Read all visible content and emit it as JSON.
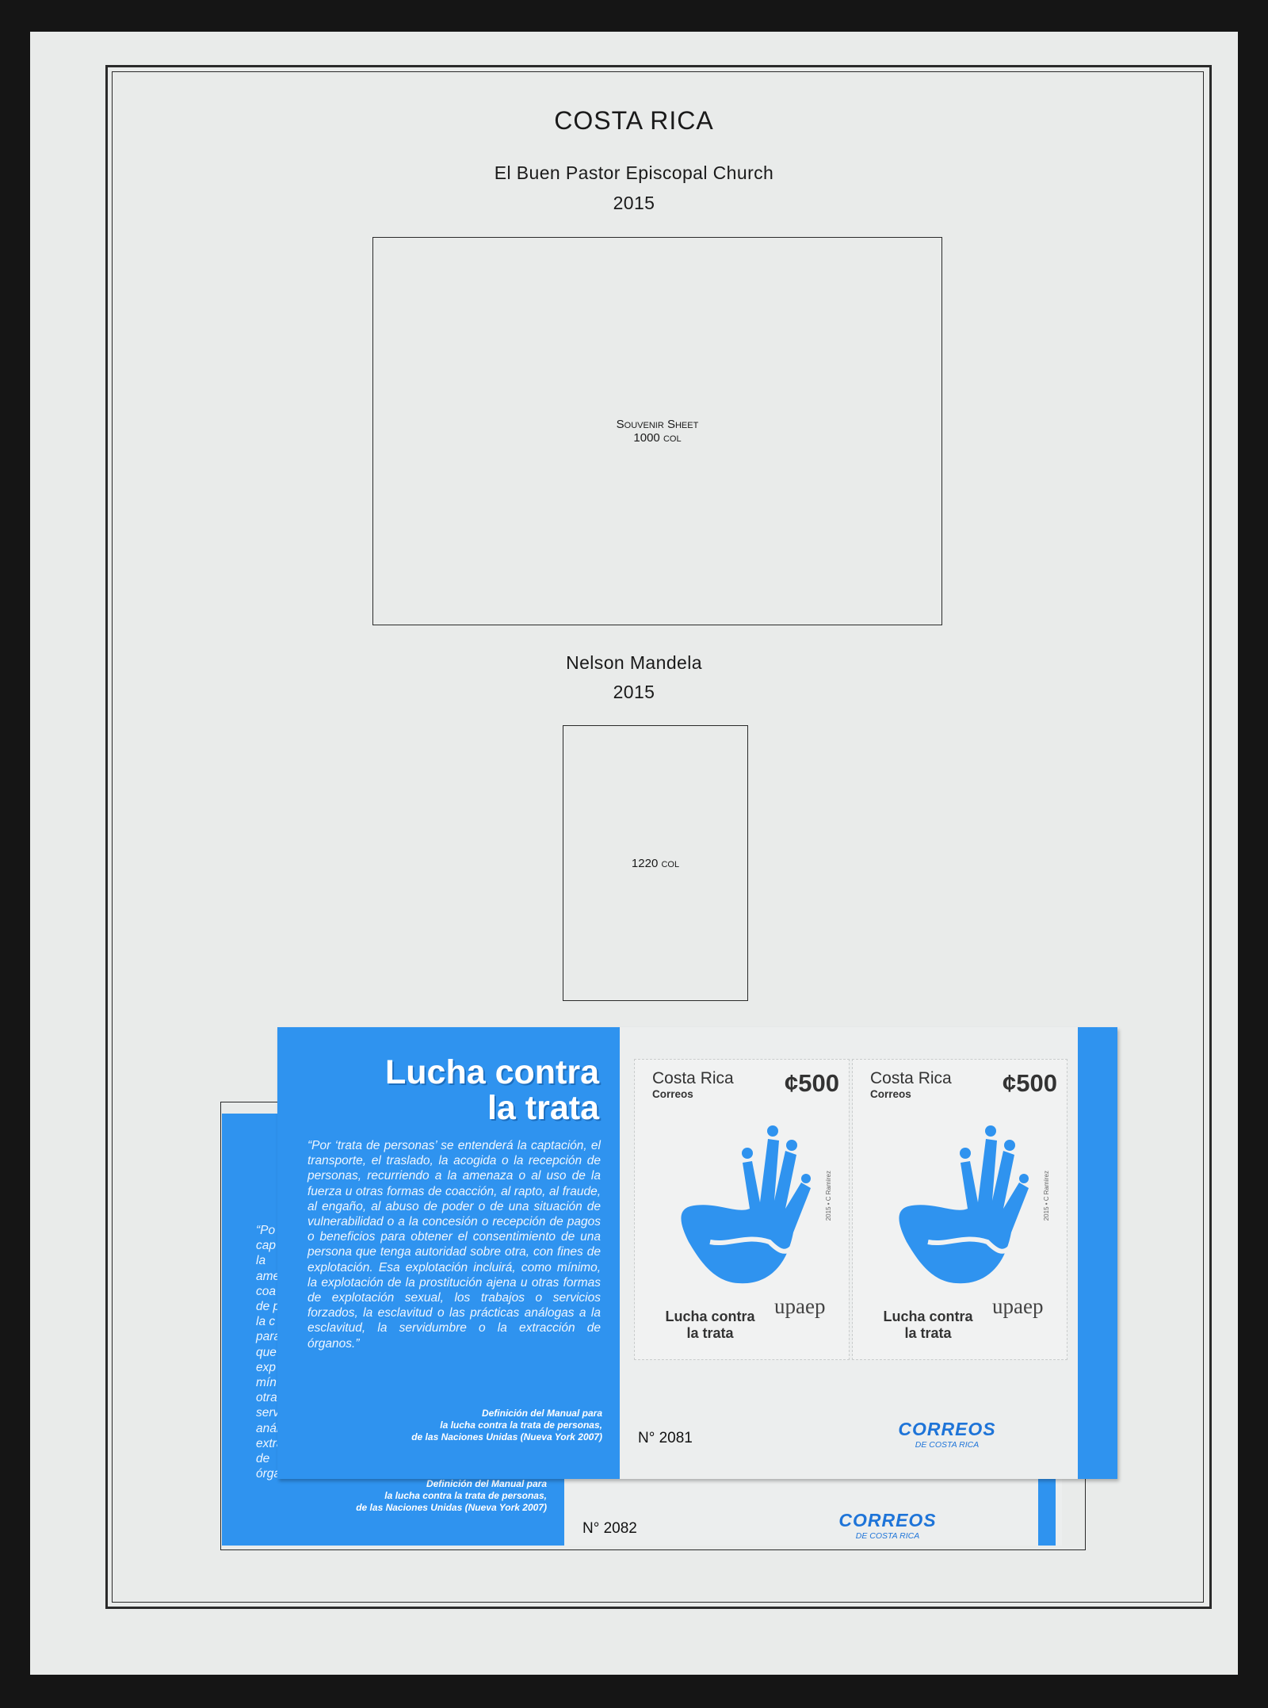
{
  "page": {
    "country": "COSTA RICA",
    "issue1": {
      "title": "El Buen Pastor Episcopal Church",
      "year": "2015",
      "box_line1": "Souvenir Sheet",
      "box_line2": "1000 col"
    },
    "issue2": {
      "title": "Nelson Mandela",
      "year": "2015",
      "box_line1": "1220 col"
    }
  },
  "sheets": {
    "headline_line1": "Lucha contra",
    "headline_line2": "la trata",
    "definition": "“Por ‘trata de personas’ se entenderá la captación, el transporte, el traslado, la acogida o la recepción de personas, recurriendo a la amenaza o al uso de la fuerza u otras formas de coacción, al rapto, al fraude, al engaño, al abuso de poder o de una situación de vulnerabilidad o a la concesión o recepción de pagos o beneficios para obtener el consentimiento de una persona que tenga autoridad sobre otra, con fines de explotación. Esa explotación incluirá, como mínimo, la explotación de la prostitución ajena u otras formas de explotación sexual, los trabajos o servicios forzados, la esclavitud o las prácticas análogas a la esclavitud, la servidumbre o la extracción de órganos.”",
    "back_partial": "“Po\ncap\nla\name\ncoa\nde p\nla c\npara\nque\nexp\nmín\notra\nserv\nanál\nextracción de órganos.”",
    "credit_line1": "Definición del Manual para",
    "credit_line2": "la lucha contra la trata de personas,",
    "credit_line3": "de las Naciones Unidas (Nueva York 2007)",
    "front_number": "N° 2081",
    "back_number": "N° 2082",
    "correos_big": "CORREOS",
    "correos_small": "DE COSTA RICA"
  },
  "stamp": {
    "country": "Costa Rica",
    "post": "Correos",
    "value": "¢500",
    "caption_line1": "Lucha contra",
    "caption_line2": "la trata",
    "upaep": "upaep",
    "credit": "2015 • C Ramírez"
  },
  "colors": {
    "sheet_blue": "#2f93ef",
    "page": "#e9ebea",
    "correos_blue": "#1e74d8"
  }
}
